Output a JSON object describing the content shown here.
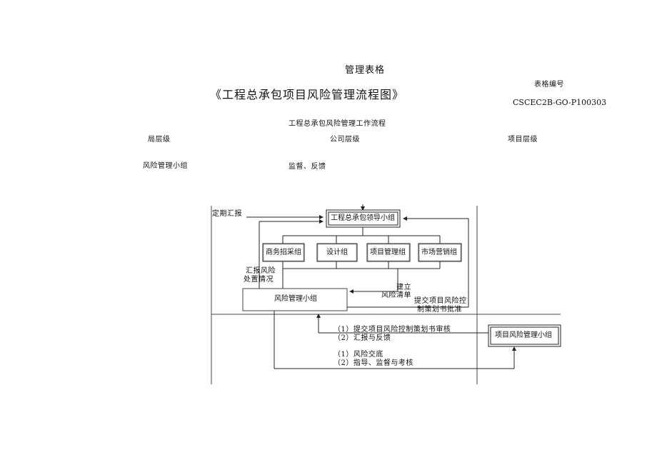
{
  "header": {
    "form_label": "管理表格",
    "main_title": "《工程总承包项目风险管理流程图》",
    "form_no_label": "表格编号",
    "form_no": "CSCEC2B-GO-P100303"
  },
  "workflow_title": "工程总承包风险管理工作流程",
  "levels": {
    "bureau": "局层级",
    "company": "公司层级",
    "project": "项目层级"
  },
  "row": {
    "risk_group": "风险管理小组",
    "supervise": "监督、反馈"
  },
  "diagram": {
    "periodic_report": "定期汇报",
    "leader_group": "工程总承包领导小组",
    "dept_business": "商务招采组",
    "dept_design": "设计组",
    "dept_pm": "项目管理组",
    "dept_marketing": "市场营销组",
    "report_line1": "汇报风险",
    "report_line2": "处置情况",
    "build_line1": "建立",
    "build_line2": "风险清单",
    "risk_group_box": "风险管理小组",
    "submit_line1": "提交项目风险控",
    "submit_line2": "制策划书批准",
    "review_line1": "（1）提交项目风险控制策划书审核",
    "review_line2": "（2）汇报与反馈",
    "project_group_box": "项目风险管理小组",
    "handover_line1": "（1）风险交底",
    "handover_line2": "（2）指导、监督与考核"
  }
}
